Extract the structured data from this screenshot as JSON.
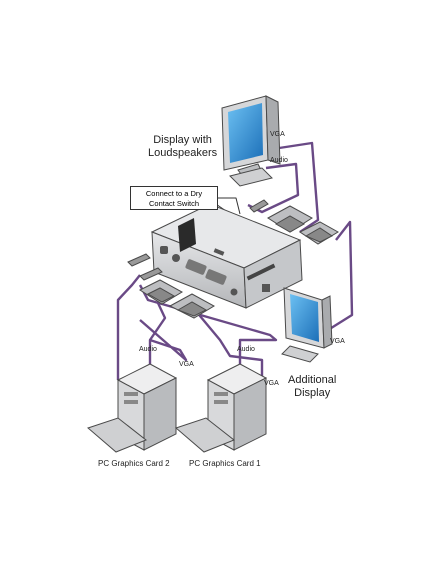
{
  "labels": {
    "display_loudspeakers": [
      "Display with",
      "Loudspeakers"
    ],
    "additional_display": [
      "Additional",
      "Display"
    ],
    "connect_dry_contact": [
      "Connect to a Dry",
      "Contact Switch"
    ],
    "vga_top": "VGA",
    "audio_top": "Audio",
    "vga_right": "VGA",
    "audio_left": "Audio",
    "vga_left": "VGA",
    "audio_right": "Audio",
    "vga_bottom": "VGA",
    "pc_card_2": "PC Graphics Card 2",
    "pc_card_1": "PC Graphics Card 1"
  },
  "colors": {
    "cable": "#6a4a86",
    "device": "#cfd0d2",
    "screen": "#2d8fd6",
    "outline": "#4a4a4a"
  },
  "icons": [
    "monitor-icon",
    "switcher-device-icon",
    "vga-connector-icon",
    "pc-tower-icon",
    "keyboard-icon"
  ]
}
